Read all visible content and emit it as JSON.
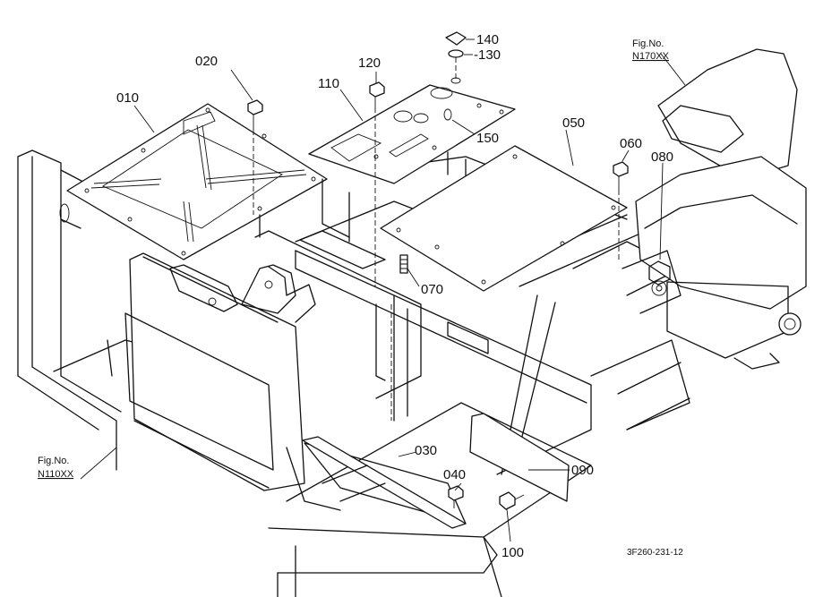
{
  "callouts": {
    "c010": "010",
    "c020": "020",
    "c030": "030",
    "c040": "040",
    "c050": "050",
    "c060": "060",
    "c070": "070",
    "c080": "080",
    "c090": "090",
    "c100": "100",
    "c110": "110",
    "c120": "120",
    "c130": "-130",
    "c140": "140",
    "c150": "150"
  },
  "fig_refs": {
    "right": {
      "label": "Fig.No.",
      "ref": "N170XX"
    },
    "left": {
      "label": "Fig.No.",
      "ref": "N110XX"
    }
  },
  "drawing_code": "3F260-231-12"
}
